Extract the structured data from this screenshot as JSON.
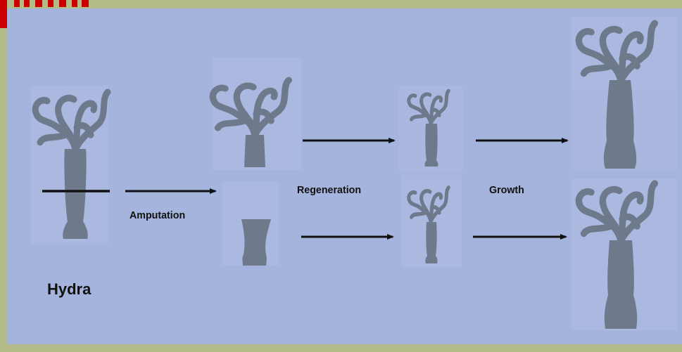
{
  "labels": {
    "amputation": "Amputation",
    "regeneration": "Regeneration",
    "growth": "Growth",
    "organism": "Hydra"
  },
  "colors": {
    "background": "#a4b4dc",
    "frame": "#b4bc8a",
    "organism": "#6e7a8c",
    "arrow": "#111111",
    "logo": "#cc0000"
  }
}
